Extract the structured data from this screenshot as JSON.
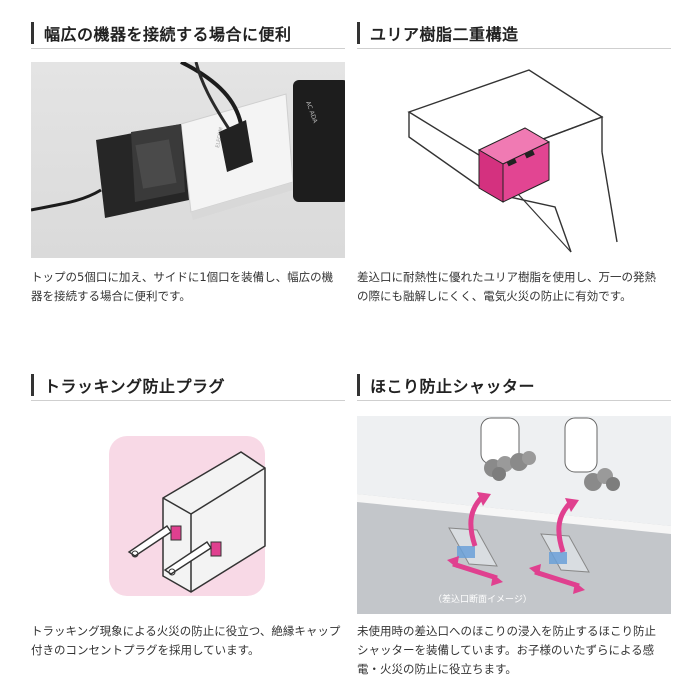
{
  "sections": [
    {
      "title": "幅広の機器を接続する場合に便利",
      "description": "トップの5個口に加え、サイドに1個口を装備し、幅広の機器を接続する場合に便利です。",
      "photo_text": {
        "brand": "ELECOM",
        "adapter": "AC ADA"
      }
    },
    {
      "title": "ユリア樹脂二重構造",
      "description": "差込口に耐熱性に優れたユリア樹脂を使用し、万一の発熱の際にも融解しにくく、電気火災の防止に有効です。"
    },
    {
      "title": "トラッキング防止プラグ",
      "description": "トラッキング現象による火災の防止に役立つ、絶縁キャップ付きのコンセントプラグを採用しています。"
    },
    {
      "title": "ほこり防止シャッター",
      "description": "未使用時の差込口へのほこりの浸入を防止するほこり防止シャッターを装備しています。お子様のいたずらによる感電・火災の防止に役立ちます。",
      "caption": "（差込口断面イメージ）"
    }
  ],
  "colors": {
    "accent_pink": "#e0408f",
    "light_pink": "#f8d9e6",
    "shutter_blue": "#6aa0d8"
  }
}
